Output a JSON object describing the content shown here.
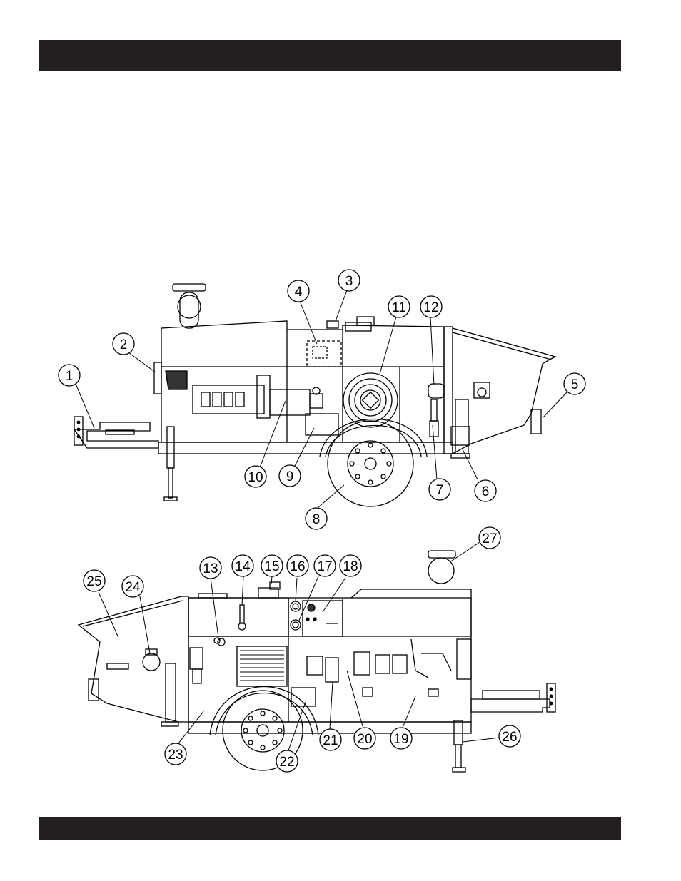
{
  "header": {
    "text": ""
  },
  "footer": {
    "text": ""
  },
  "callouts": {
    "c1": "1",
    "c2": "2",
    "c3": "3",
    "c4": "4",
    "c5": "5",
    "c6": "6",
    "c7": "7",
    "c8": "8",
    "c9": "9",
    "c10": "10",
    "c11": "11",
    "c12": "12",
    "c13": "13",
    "c14": "14",
    "c15": "15",
    "c16": "16",
    "c17": "17",
    "c18": "18",
    "c19": "19",
    "c20": "20",
    "c21": "21",
    "c22": "22",
    "c23": "23",
    "c24": "24",
    "c25": "25",
    "c26": "26",
    "c27": "27"
  },
  "colors": {
    "bar": "#231f20",
    "line": "#000000",
    "paper": "#ffffff"
  }
}
